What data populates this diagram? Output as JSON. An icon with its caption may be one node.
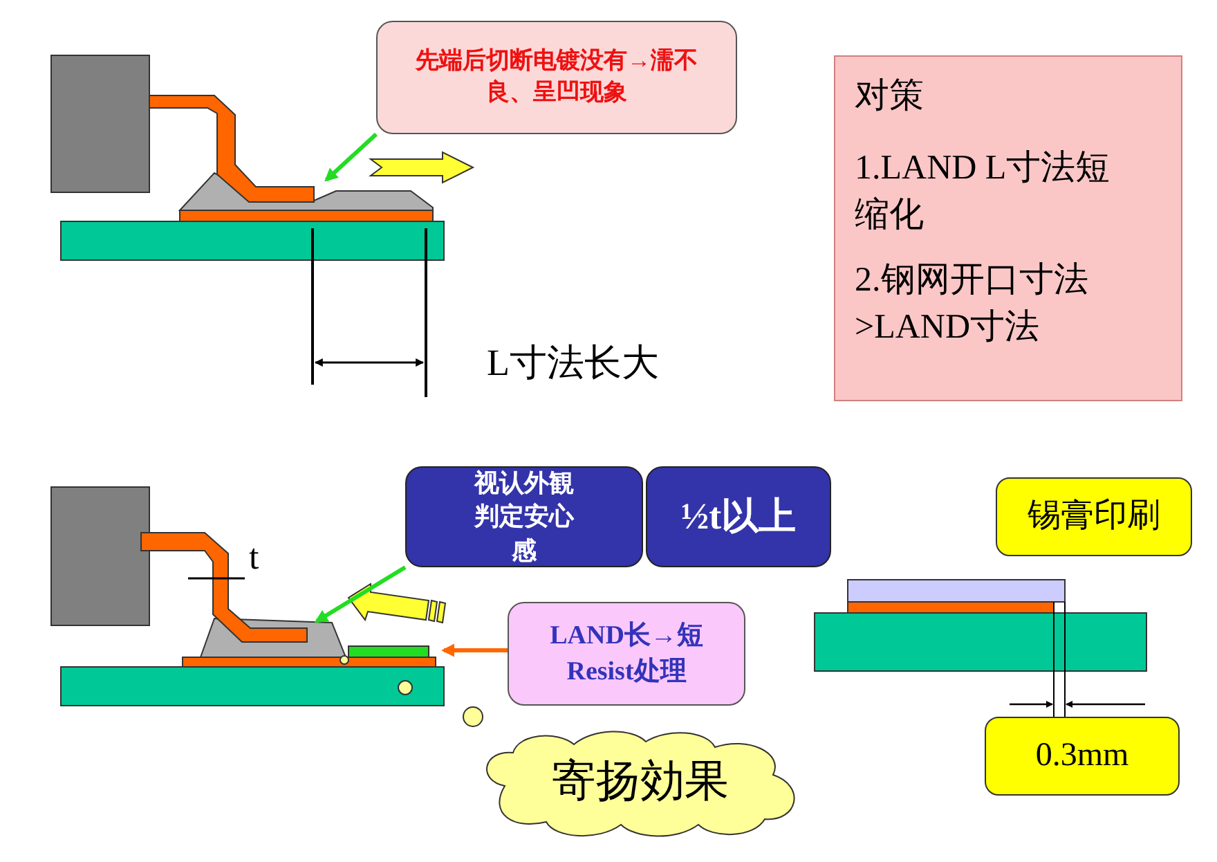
{
  "diagram": {
    "nodes": [
      {
        "text": [
          "先端后切断电镀没有→濡不良、呈凹现象"
        ]
      },
      {
        "text": [
          "对策",
          "1.LAND L寸法短缩化",
          "2.钢网开口寸法>LAND寸法"
        ]
      },
      {
        "text": [
          "视认外観判定安心感"
        ]
      },
      {
        "text": [
          "½t以上"
        ]
      },
      {
        "text": [
          "LAND长→短 Resist处理"
        ]
      },
      {
        "text": [
          "寄扬効果"
        ]
      },
      {
        "text": [
          "锡膏印刷"
        ]
      },
      {
        "text": [
          "0.3mm"
        ]
      }
    ],
    "edges": [
      {
        "from": 0,
        "to": null,
        "arrow": "to",
        "color": "#22dd22"
      },
      {
        "from": 2,
        "to": null,
        "arrow": "to",
        "color": "#22dd22"
      },
      {
        "from": 4,
        "to": null,
        "arrow": "to",
        "color": "#ff6600"
      }
    ],
    "labels": [
      "L寸法长大",
      "t"
    ]
  }
}
